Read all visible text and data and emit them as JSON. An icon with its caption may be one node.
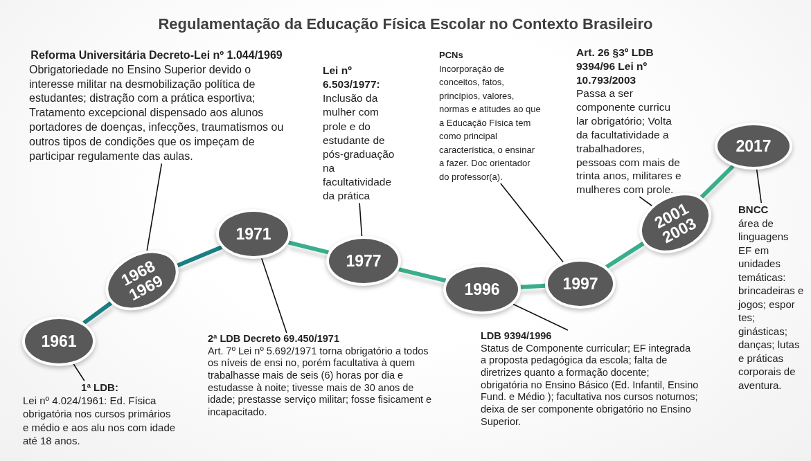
{
  "diagram": {
    "title": "Regulamentação da Educação Física Escolar no Contexto Brasileiro",
    "nodes": [
      {
        "text": [
          "1961"
        ]
      },
      {
        "text": [
          "1968 1969"
        ]
      },
      {
        "text": [
          "1971"
        ]
      },
      {
        "text": [
          "1977"
        ]
      },
      {
        "text": [
          "1996"
        ]
      },
      {
        "text": [
          "1997"
        ]
      },
      {
        "text": [
          "2001 2003"
        ]
      },
      {
        "text": [
          "2017"
        ]
      },
      {
        "text": [
          "1ª LDB:",
          "Lei nº 4.024/1961: Ed. Física obrigatória nos cursos primários e médio e aos alu nos com idade até 18 anos."
        ]
      },
      {
        "text": [
          "Reforma Universitária Decreto-Lei nº 1.044/1969",
          "Obrigatoriedade no Ensino Superior devido o interesse militar na desmobilização política de estudantes; distração com a prática esportiva; Tratamento excepcional dispensado aos alunos portadores de doenças, infecções, traumatismos ou outros tipos de condições que os impeçam de participar regulamente das aulas."
        ]
      },
      {
        "text": [
          "2ª LDB Decreto 69.450/1971",
          "Art. 7º Lei nº 5.692/1971 torna obrigatório a todos os níveis de ensi no, porém facultativa à quem trabalhasse mais de seis (6) horas por dia e estudasse à noite; tivesse mais de 30 anos de idade; prestasse serviço militar; fosse fisicament e incapacitado."
        ]
      },
      {
        "text": [
          "Lei nº 6.503/1977:",
          "Inclusão da mulher com prole e do estudante de pós-graduação na facultatividade da prática"
        ]
      },
      {
        "text": [
          "PCNs",
          "Incorporação de conceitos, fatos, princípios, valores, normas e atitudes ao que a Educação Física tem como principal característica, o ensinar a fazer. Doc orientador do professor(a)."
        ]
      },
      {
        "text": [
          "Art. 26 §3º LDB 9394/96 Lei nº 10.793/2003",
          "Passa a ser componente curricu lar obrigatório; Volta da facultatividade a trabalhadores, pessoas com mais de trinta anos, militares e mulheres com prole."
        ]
      },
      {
        "text": [
          "LDB 9394/1996",
          "Status de Componente curricular; EF integrada a proposta pedagógica da escola; falta de diretrizes quanto a formação docente; obrigatória no Ensino Básico (Ed. Infantil, Ensino Fund. e Médio ); facultativa nos cursos noturnos; deixa de ser componente obrigatório no Ensino Superior."
        ]
      },
      {
        "text": [
          "BNCC",
          "área de linguagens EF em unidades temáticas: brincadeiras e jogos; espor tes; ginásticas; danças; lutas e práticas corporais de aventura."
        ]
      }
    ],
    "edges": [
      {
        "from": 0,
        "to": 1,
        "arrow": "none",
        "style": "thick",
        "color": "#1c7e83"
      },
      {
        "from": 1,
        "to": 2,
        "arrow": "none",
        "style": "thick",
        "color": "#1c7e83"
      },
      {
        "from": 2,
        "to": 3,
        "arrow": "none",
        "style": "thick",
        "color": "#3aae8c"
      },
      {
        "from": 3,
        "to": 4,
        "arrow": "none",
        "style": "thick",
        "color": "#3aae8c"
      },
      {
        "from": 4,
        "to": 5,
        "arrow": "none",
        "style": "thick",
        "color": "#3aae8c"
      },
      {
        "from": 5,
        "to": 6,
        "arrow": "none",
        "style": "thick",
        "color": "#3aae8c"
      },
      {
        "from": 6,
        "to": 7,
        "arrow": "none",
        "style": "thick",
        "color": "#3aae8c"
      },
      {
        "from": 8,
        "to": 0,
        "arrow": "none"
      },
      {
        "from": 9,
        "to": 1,
        "arrow": "none"
      },
      {
        "from": 10,
        "to": 2,
        "arrow": "none"
      },
      {
        "from": 11,
        "to": 3,
        "arrow": "none"
      },
      {
        "from": 12,
        "to": 5,
        "arrow": "none"
      },
      {
        "from": 13,
        "to": 6,
        "arrow": "none"
      },
      {
        "from": 14,
        "to": 4,
        "arrow": "none"
      },
      {
        "from": 15,
        "to": 7,
        "arrow": "none"
      }
    ]
  }
}
